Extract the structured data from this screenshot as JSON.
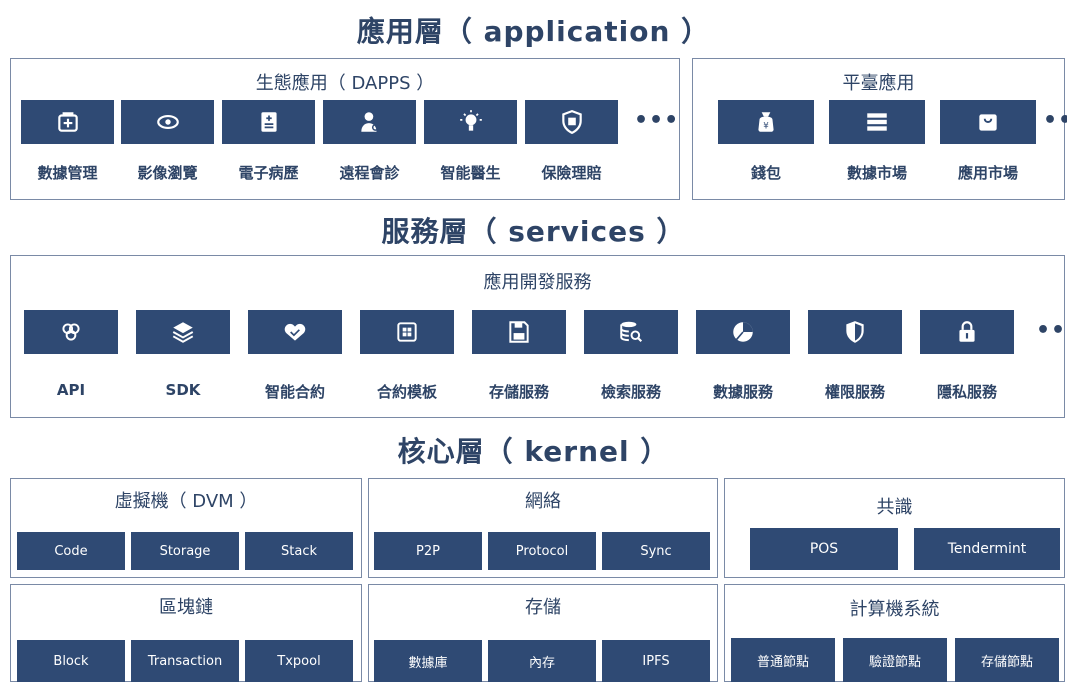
{
  "titles": {
    "application": "應用層（ application ）",
    "services": "服務層（ services ）",
    "kernel": "核心層（ kernel ）"
  },
  "dapps": {
    "title": "生態應用（ DAPPS ）",
    "items": [
      {
        "label": "數據管理",
        "icon": "folder-plus-icon"
      },
      {
        "label": "影像瀏覽",
        "icon": "eye-icon"
      },
      {
        "label": "電子病歷",
        "icon": "medical-record-icon"
      },
      {
        "label": "遠程會診",
        "icon": "doctor-icon"
      },
      {
        "label": "智能醫生",
        "icon": "lightbulb-icon"
      },
      {
        "label": "保險理賠",
        "icon": "insurance-shield-icon"
      }
    ],
    "more": "•••"
  },
  "platform": {
    "title": "平臺應用",
    "items": [
      {
        "label": "錢包",
        "icon": "money-bag-icon"
      },
      {
        "label": "數據市場",
        "icon": "list-icon"
      },
      {
        "label": "應用市場",
        "icon": "shopping-bag-icon"
      }
    ],
    "more": "•••"
  },
  "services": {
    "title": "應用開發服務",
    "items": [
      {
        "label": "API",
        "icon": "api-rings-icon"
      },
      {
        "label": "SDK",
        "icon": "layers-icon"
      },
      {
        "label": "智能合約",
        "icon": "handshake-icon"
      },
      {
        "label": "合約模板",
        "icon": "template-icon"
      },
      {
        "label": "存儲服務",
        "icon": "save-disk-icon"
      },
      {
        "label": "檢索服務",
        "icon": "database-search-icon"
      },
      {
        "label": "數據服務",
        "icon": "pie-chart-icon"
      },
      {
        "label": "權限服務",
        "icon": "shield-icon"
      },
      {
        "label": "隱私服務",
        "icon": "lock-icon"
      }
    ],
    "more": "•••"
  },
  "kernel": {
    "dvm": {
      "title": "虛擬機（ DVM ）",
      "chips": [
        "Code",
        "Storage",
        "Stack"
      ]
    },
    "network": {
      "title": "網絡",
      "chips": [
        "P2P",
        "Protocol",
        "Sync"
      ]
    },
    "consensus": {
      "title": "共識",
      "chips": [
        "POS",
        "Tendermint"
      ]
    },
    "blockchain": {
      "title": "區塊鏈",
      "chips": [
        "Block",
        "Transaction",
        "Txpool"
      ]
    },
    "storage": {
      "title": "存儲",
      "chips": [
        "數據庫",
        "內存",
        "IPFS"
      ]
    },
    "computer": {
      "title": "計算機系統",
      "chips": [
        "普通節點",
        "驗證節點",
        "存儲節點"
      ]
    }
  },
  "colors": {
    "tile": "#2f4a74",
    "text": "#2e4466",
    "border": "#7a8aa6"
  }
}
